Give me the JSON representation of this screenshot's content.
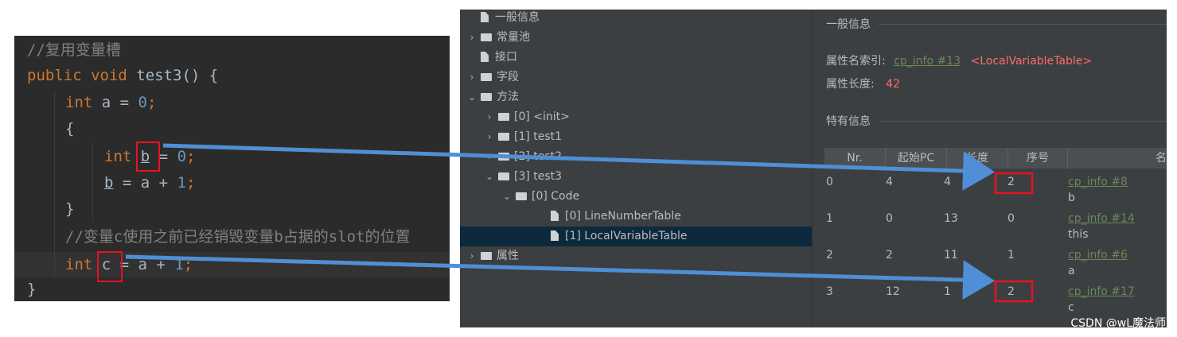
{
  "code": {
    "comment_title": "//复用变量槽",
    "method_sig": {
      "mods": "public void ",
      "name": "test3",
      "rest": "() {"
    },
    "line_int_a": {
      "kw": "int",
      "text": " a = ",
      "num": "0",
      "end": ";"
    },
    "open_brace": "{",
    "line_int_b": {
      "kw": "int",
      "var": "b",
      "text": " = ",
      "num": "0",
      "end": ";"
    },
    "line_b_assign": {
      "var": "b",
      "text": " = a + ",
      "num": "1",
      "end": ";"
    },
    "close_brace": "}",
    "comment_slot": "//变量c使用之前已经销毁变量b占据的slot的位置",
    "line_int_c": {
      "kw": "int",
      "var": "c",
      "text": " = a + ",
      "num": "1",
      "end": ";"
    },
    "final_brace": "}"
  },
  "tree": {
    "items": [
      {
        "label": "一般信息",
        "kind": "file",
        "depth": 0,
        "chevron": ""
      },
      {
        "label": "常量池",
        "kind": "folder",
        "depth": 0,
        "chevron": "›"
      },
      {
        "label": "接口",
        "kind": "file",
        "depth": 0,
        "chevron": ""
      },
      {
        "label": "字段",
        "kind": "folder",
        "depth": 0,
        "chevron": "›"
      },
      {
        "label": "方法",
        "kind": "folder",
        "depth": 0,
        "chevron": "⌄"
      },
      {
        "label": "[0] <init>",
        "kind": "folder",
        "depth": 1,
        "chevron": "›"
      },
      {
        "label": "[1] test1",
        "kind": "folder",
        "depth": 1,
        "chevron": "›"
      },
      {
        "label": "[2] test2",
        "kind": "folder",
        "depth": 1,
        "chevron": "›"
      },
      {
        "label": "[3] test3",
        "kind": "folder",
        "depth": 1,
        "chevron": "⌄"
      },
      {
        "label": "[0] Code",
        "kind": "folder",
        "depth": 2,
        "chevron": "⌄"
      },
      {
        "label": "[0] LineNumberTable",
        "kind": "file",
        "depth": 3,
        "chevron": ""
      },
      {
        "label": "[1] LocalVariableTable",
        "kind": "file",
        "depth": 3,
        "chevron": "",
        "selected": true
      },
      {
        "label": "属性",
        "kind": "folder",
        "depth": 0,
        "chevron": "›"
      }
    ]
  },
  "details": {
    "general_title": "一般信息",
    "attr_name_label": "属性名索引:",
    "attr_name_link": "cp_info #13",
    "attr_name_value": "<LocalVariableTable>",
    "attr_len_label": "属性长度:",
    "attr_len_value": "42",
    "specific_title": "特有信息",
    "table": {
      "headers": [
        "Nr.",
        "起始PC",
        "长度",
        "序号",
        "名"
      ],
      "rows": [
        {
          "nr": "0",
          "start": "4",
          "len": "4",
          "idx": "2",
          "link": "cp_info #8",
          "name": "b"
        },
        {
          "nr": "1",
          "start": "0",
          "len": "13",
          "idx": "0",
          "link": "cp_info #14",
          "name": "this"
        },
        {
          "nr": "2",
          "start": "2",
          "len": "11",
          "idx": "1",
          "link": "cp_info #6",
          "name": "a"
        },
        {
          "nr": "3",
          "start": "12",
          "len": "1",
          "idx": "2",
          "link": "cp_info #17",
          "name": "c"
        }
      ]
    }
  },
  "colors": {
    "editor_bg": "#2b2b2b",
    "keyword": "#cc7832",
    "number": "#6897bb",
    "comment": "#808080",
    "viewer_bg": "#3c3f41",
    "highlight_box": "#e81123",
    "arrow": "#4f8fd6",
    "selection": "#0d293e"
  },
  "watermark": "CSDN @wL魔法师"
}
